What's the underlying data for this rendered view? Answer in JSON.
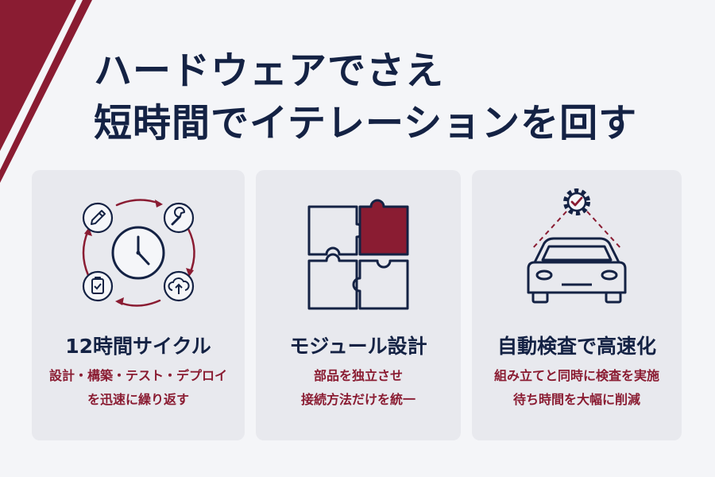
{
  "colors": {
    "navy": "#142244",
    "crimson": "#8a1c32",
    "card_bg": "#e8e9ee",
    "page_bg": "#f4f5f8"
  },
  "title": {
    "line1": "ハードウェアでさえ",
    "line2": "短時間でイテレーションを回す"
  },
  "cards": [
    {
      "icon": "clock-cycle-icon",
      "sub_icons": [
        "pencil-icon",
        "wrench-icon",
        "clipboard-check-icon",
        "cloud-upload-icon"
      ],
      "title": "12時間サイクル",
      "desc1": "設計・構築・テスト・デプロイ",
      "desc2": "を迅速に繰り返す"
    },
    {
      "icon": "puzzle-pieces-icon",
      "title": "モジュール設計",
      "desc1": "部品を独立させ",
      "desc2": "接続方法だけを統一"
    },
    {
      "icon": "car-inspection-icon",
      "sub_icons": [
        "gear-check-icon"
      ],
      "title": "自動検査で高速化",
      "desc1": "組み立てと同時に検査を実施",
      "desc2": "待ち時間を大幅に削減"
    }
  ]
}
